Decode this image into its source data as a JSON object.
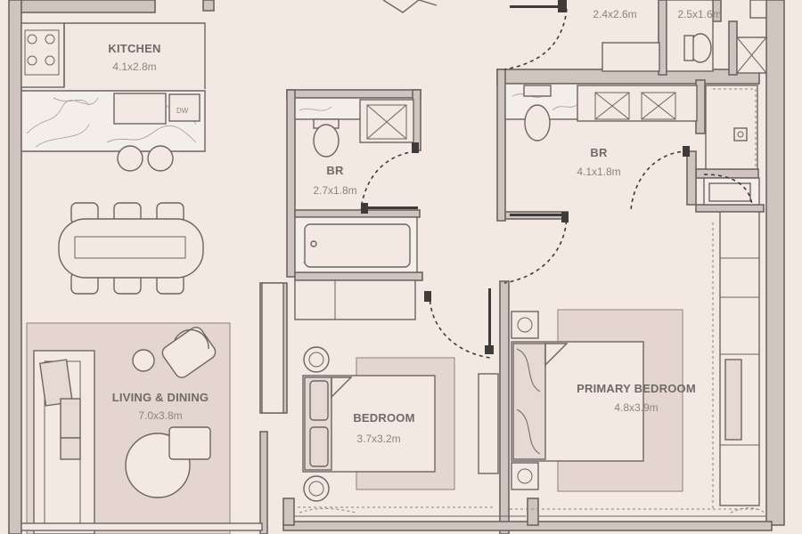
{
  "rooms": [
    {
      "id": "kitchen",
      "name": "KITCHEN",
      "dims": "4.1x2.8m"
    },
    {
      "id": "br_top_left",
      "name": "BR",
      "dims": "2.7x1.8m"
    },
    {
      "id": "br_top_right",
      "name": "BR",
      "dims": "4.1x1.8m"
    },
    {
      "id": "bedroom",
      "name": "BEDROOM",
      "dims": "3.7x3.2m"
    },
    {
      "id": "primary_bedroom",
      "name": "PRIMARY BEDROOM",
      "dims": "4.8x3.9m"
    },
    {
      "id": "living_dining",
      "name": "LIVING & DINING",
      "dims": "7.0x3.8m"
    },
    {
      "id": "top_room_a",
      "name": "",
      "dims": "2.4x2.6m"
    },
    {
      "id": "top_room_b",
      "name": "",
      "dims": "2.5x1.6m"
    }
  ],
  "appliances": {
    "dishwasher": "DW"
  },
  "colors": {
    "background": "#f3e8e2",
    "wall": "#cfc4be",
    "line": "#6b6563",
    "rug": "#e4d6cf",
    "text": "#6e6a68"
  }
}
